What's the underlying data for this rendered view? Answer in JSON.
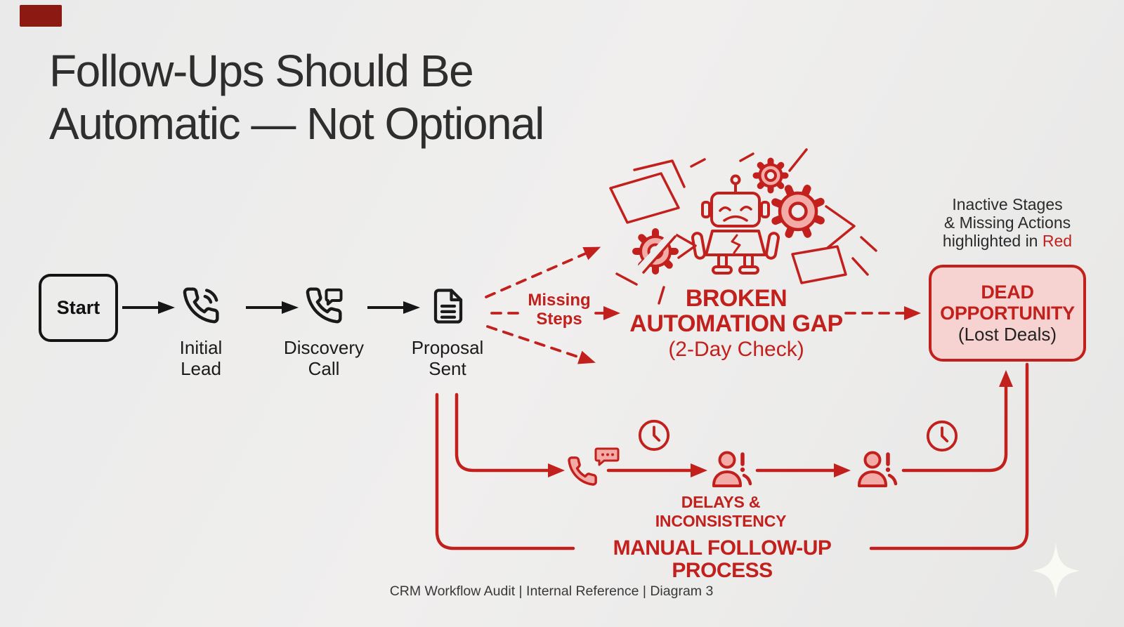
{
  "slide": {
    "title_line1": "Follow-Ups Should Be",
    "title_line2": "Automatic — Not Optional",
    "footer": "CRM Workflow Audit | Internal Reference | Diagram 3"
  },
  "colors": {
    "accent_red": "#c2201d",
    "pink_fill": "#f2aba7",
    "dead_box_fill": "#f6d2d1",
    "ink": "#1b1b1b",
    "title_ink": "#2e2e2e",
    "background": "#ececec",
    "corner_mark": "#8c1a12"
  },
  "pipeline": {
    "start_label": "Start",
    "stages": [
      {
        "id": "initial-lead",
        "line1": "Initial",
        "line2": "Lead",
        "icon": "phone-call-icon"
      },
      {
        "id": "discovery-call",
        "line1": "Discovery",
        "line2": "Call",
        "icon": "phone-chat-icon"
      },
      {
        "id": "proposal-sent",
        "line1": "Proposal",
        "line2": "Sent",
        "icon": "document-icon"
      }
    ]
  },
  "gap": {
    "missing_line1": "Missing",
    "missing_line2": "Steps",
    "heading_line1": "BROKEN",
    "heading_line2": "AUTOMATION GAP",
    "subheading": "(2-Day Check)"
  },
  "legend": {
    "line1": "Inactive Stages",
    "line2": "& Missing Actions",
    "line3_prefix": "highlighted in ",
    "line3_highlight": "Red"
  },
  "dead_opportunity": {
    "line1": "DEAD",
    "line2": "OPPORTUNITY",
    "line3": "(Lost Deals)"
  },
  "manual": {
    "delays": "DELAYS & INCONSISTENCY",
    "process": "MANUAL FOLLOW-UP PROCESS"
  }
}
